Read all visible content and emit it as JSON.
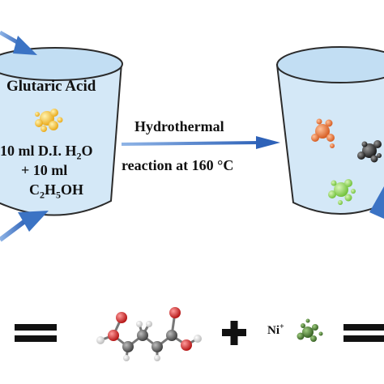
{
  "left_beaker": {
    "reagent": "Glutaric Acid",
    "solvent_line1": "10 ml D.I. H",
    "solvent_line1_sub": "2",
    "solvent_line1_tail": "O",
    "solvent_line2": "+ 10 ml",
    "solvent_line3_a": "C",
    "solvent_line3_sub1": "2",
    "solvent_line3_b": "H",
    "solvent_line3_sub2": "5",
    "solvent_line3_c": "OH"
  },
  "reaction": {
    "above": "Hydrothermal",
    "below": "reaction at 160 °C"
  },
  "legend_row": {
    "plus": "+",
    "ion": "Ni",
    "ion_sup": "+"
  },
  "colors": {
    "beaker_fill": "#d4e8f7",
    "beaker_top": "#c2def3",
    "beaker_stroke": "#2b2b2b",
    "arrow_blue": "#3b73c4",
    "gold": "#f0b21c",
    "orange": "#e2641f",
    "black_particles": "#222222",
    "green": "#7ccc45",
    "dark_green": "#3f6b2a",
    "carbon": "#5a5a5a",
    "oxygen": "#d12020",
    "hydrogen": "#e8e8e8"
  }
}
